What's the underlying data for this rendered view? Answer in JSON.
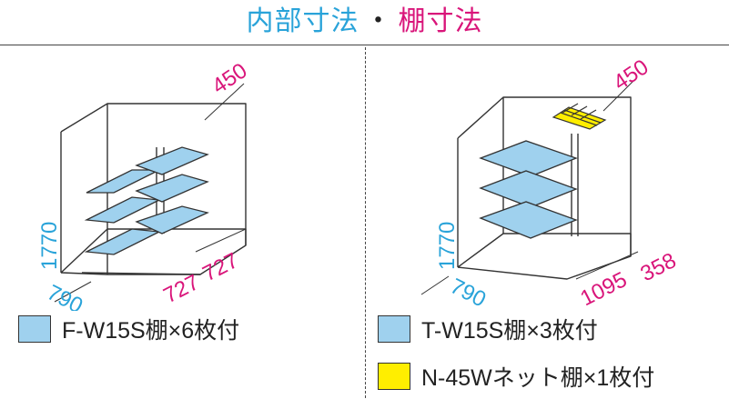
{
  "header": {
    "title_part1": "内部寸法",
    "separator": "・",
    "title_part2": "棚寸法"
  },
  "colors": {
    "cyan": "#29a3d9",
    "magenta": "#d9157a",
    "shelf_blue": "#9fd1ee",
    "net_yellow": "#ffee00",
    "line": "#333333"
  },
  "left_diagram": {
    "depth_top": "450",
    "height": "1770",
    "depth_bottom": "790",
    "width_a": "727",
    "width_b": "727",
    "legend_label": "F-W15S棚×6枚付"
  },
  "right_diagram": {
    "depth_top": "450",
    "height": "1770",
    "depth_bottom": "790",
    "width_a": "1095",
    "width_b": "358",
    "legend_label_1": "T-W15S棚×3枚付",
    "legend_label_2": "N-45Wネット棚×1枚付"
  }
}
